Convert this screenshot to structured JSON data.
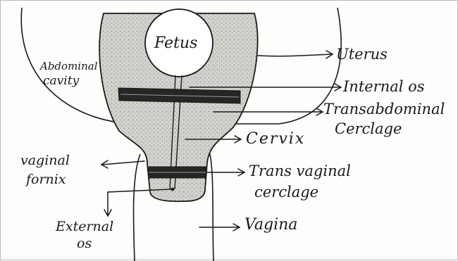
{
  "labels": {
    "fetus": "Fetus",
    "abdominal_cavity_line1": "Abdominal",
    "abdominal_cavity_line2": "cavity",
    "uterus": "Uterus",
    "internal_os": "Internal os",
    "transabdominal_line1": "Transabdominal",
    "transabdominal_line2": "Cerclage",
    "cervix": "Cervix",
    "vaginal_fornix_line1": "vaginal",
    "vaginal_fornix_line2": "fornix",
    "transvaginal_line1": "Trans vaginal",
    "transvaginal_line2": "cerclage",
    "external_os_line1": "External",
    "external_os_line2": "os",
    "vagina": "Vagina"
  },
  "colors": {
    "ink": "#1a1a1a",
    "tissue_fill": "#d2d2cc",
    "band_fill": "#262626",
    "paper": "#fdfdfb"
  }
}
